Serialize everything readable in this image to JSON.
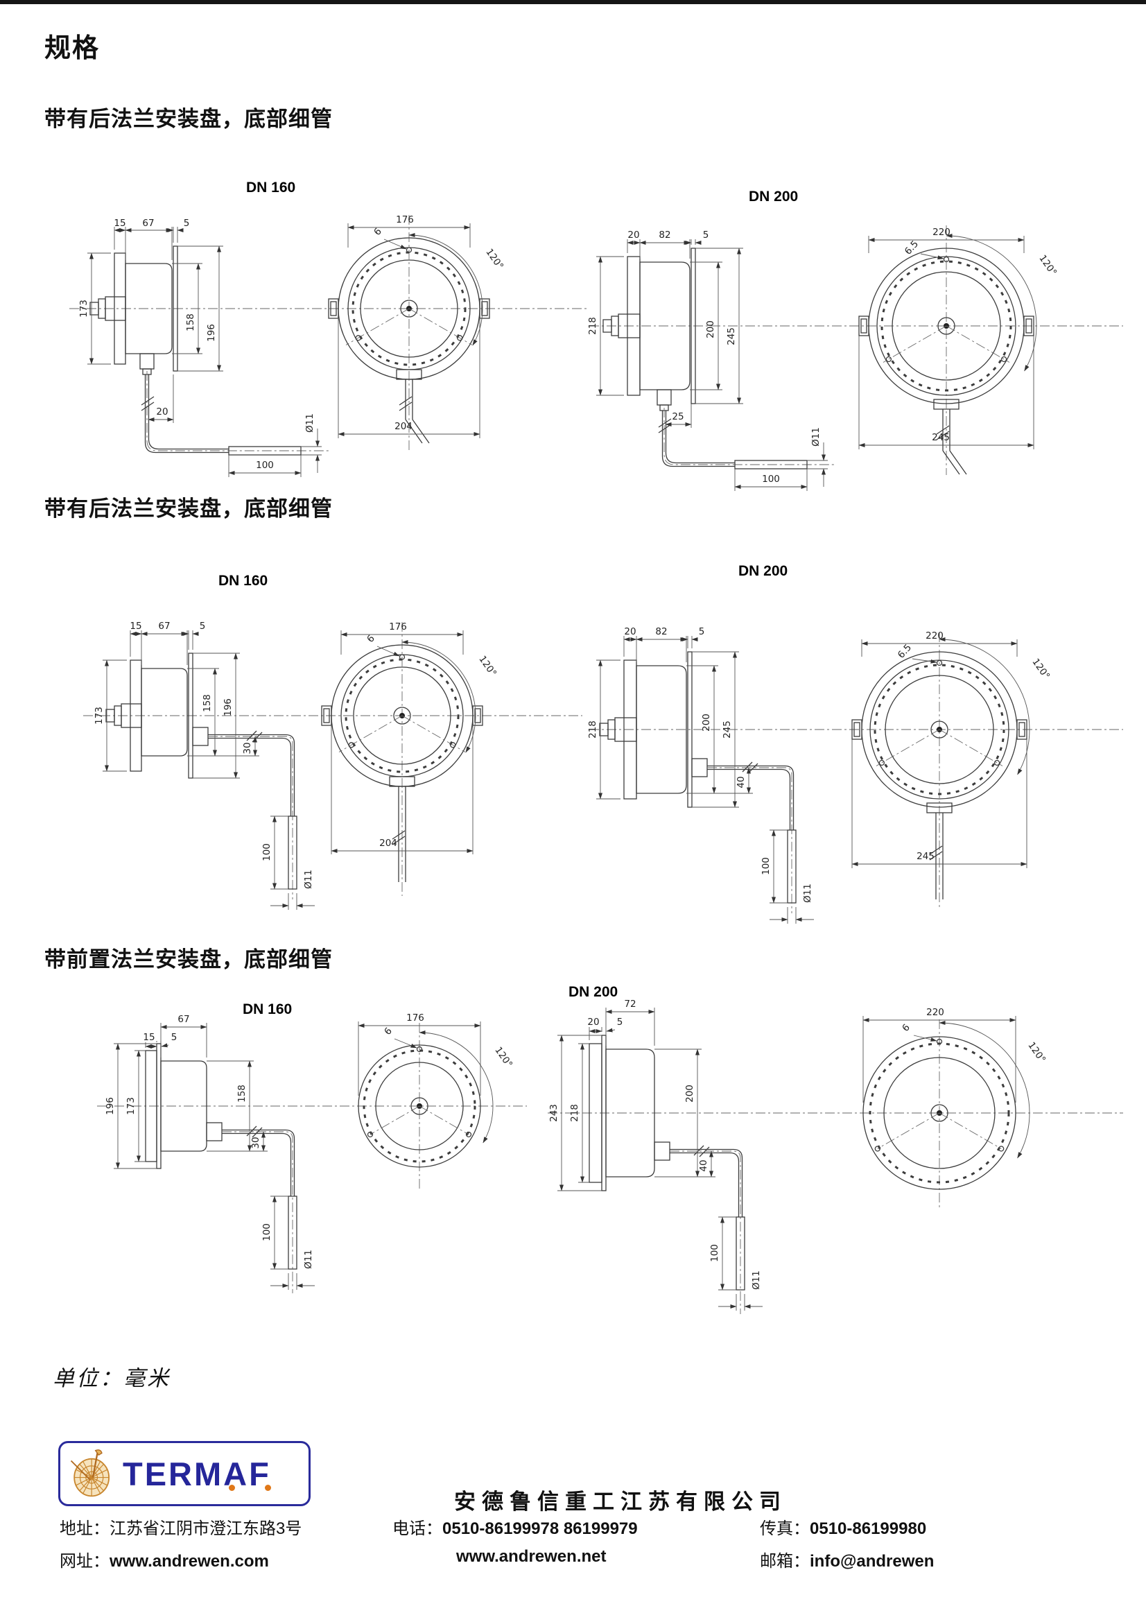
{
  "page": {
    "title": "规格",
    "unit_note": "单位：毫米"
  },
  "sections": [
    {
      "heading": "带有后法兰安装盘，底部细管",
      "dn160": {
        "label": "DN 160",
        "bezel_t": "15",
        "case_w": "67",
        "flange_t": "5",
        "bezel_h": "173",
        "case_h": "158",
        "flange_h": "196",
        "tube_offset": "20",
        "probe_dia": "Ø11",
        "probe_len": "100",
        "dial_d": "176",
        "hole_d": "6",
        "hole_angle": "120°",
        "flange_d": "204"
      },
      "dn200": {
        "label": "DN 200",
        "bezel_t": "20",
        "case_w": "82",
        "flange_t": "5",
        "bezel_h": "218",
        "case_h": "200",
        "flange_h": "245",
        "tube_offset": "25",
        "probe_dia": "Ø11",
        "probe_len": "100",
        "dial_d": "220",
        "hole_d": "6.5",
        "hole_angle": "120°",
        "flange_d": "245"
      }
    },
    {
      "heading": "带有后法兰安装盘，底部细管",
      "dn160": {
        "label": "DN 160",
        "bezel_t": "15",
        "case_w": "67",
        "flange_t": "5",
        "bezel_h": "173",
        "case_h": "158",
        "flange_h": "196",
        "tube_offset": "30",
        "probe_dia": "Ø11",
        "probe_len": "100",
        "dial_d": "176",
        "hole_d": "6",
        "hole_angle": "120°",
        "flange_d": "204"
      },
      "dn200": {
        "label": "DN 200",
        "bezel_t": "20",
        "case_w": "82",
        "flange_t": "5",
        "bezel_h": "218",
        "case_h": "200",
        "flange_h": "245",
        "tube_offset": "40",
        "probe_dia": "Ø11",
        "probe_len": "100",
        "dial_d": "220",
        "hole_d": "6.5",
        "hole_angle": "120°",
        "flange_d": "245"
      }
    },
    {
      "heading": "带前置法兰安装盘，底部细管",
      "dn160": {
        "label": "DN 160",
        "case_w": "67",
        "bezel_t": "15",
        "flange_t": "5",
        "flange_h": "196",
        "bezel_h": "173",
        "case_h": "158",
        "tube_offset": "30",
        "probe_dia": "Ø11",
        "probe_len": "100",
        "dial_d": "176",
        "hole_d": "6",
        "hole_angle": "120°"
      },
      "dn200": {
        "label": "DN 200",
        "case_w": "72",
        "bezel_t": "20",
        "flange_t": "5",
        "flange_h": "243",
        "bezel_h": "218",
        "case_h": "200",
        "tube_offset": "40",
        "probe_dia": "Ø11",
        "probe_len": "100",
        "dial_d": "220",
        "hole_d": "6",
        "hole_angle": "120°"
      }
    }
  ],
  "footer": {
    "logo_text": "TERMAF",
    "company": "安德鲁信重工江苏有限公司",
    "address_label": "地址：",
    "address": "江苏省江阴市澄江东路3号",
    "phone_label": "电话：",
    "phone": "0510-86199978  86199979",
    "fax_label": "传真：",
    "fax": "0510-86199980",
    "web_label": "网址：",
    "web1": "www.andrewen.com",
    "web2": "www.andrewen.net",
    "email_label": "邮箱：",
    "email": "info@andrewen"
  }
}
